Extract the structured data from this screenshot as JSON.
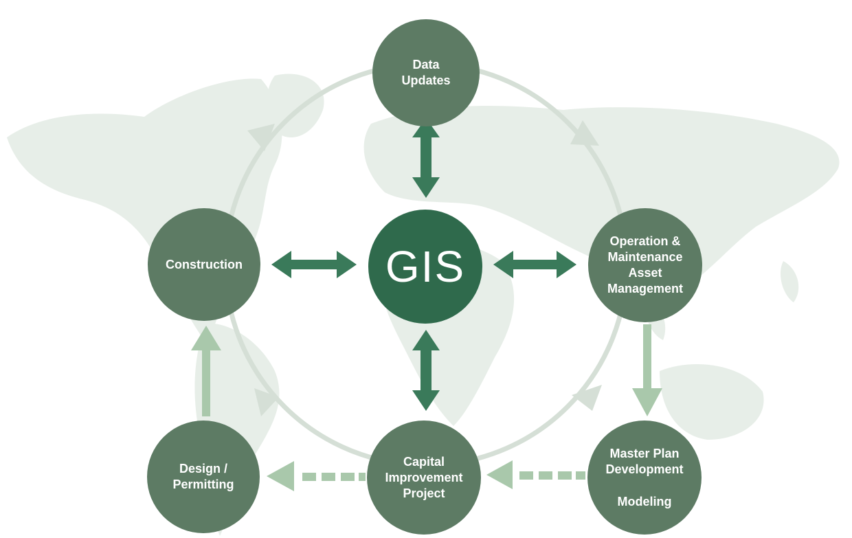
{
  "diagram": {
    "center": {
      "label": "GIS"
    },
    "nodes": {
      "data_updates": {
        "lines": [
          "Data",
          "Updates"
        ]
      },
      "operation": {
        "lines": [
          "Operation &",
          "Maintenance",
          "Asset",
          "Management"
        ]
      },
      "construction": {
        "lines": [
          "Construction"
        ]
      },
      "capital": {
        "lines": [
          "Capital",
          "Improvement",
          "Project"
        ]
      },
      "design": {
        "lines": [
          "Design /",
          "Permitting"
        ]
      },
      "master_plan": {
        "lines": [
          "Master Plan",
          "Development"
        ],
        "lines_2": [
          "Modeling"
        ]
      }
    },
    "colors": {
      "node": "#5d7b64",
      "center": "#2f6a4c",
      "strong_arrow": "#3a7a5a",
      "light_arrow": "#a9c8ab",
      "cycle_ring": "#d5dfd6",
      "map": "#e7eee8"
    }
  }
}
